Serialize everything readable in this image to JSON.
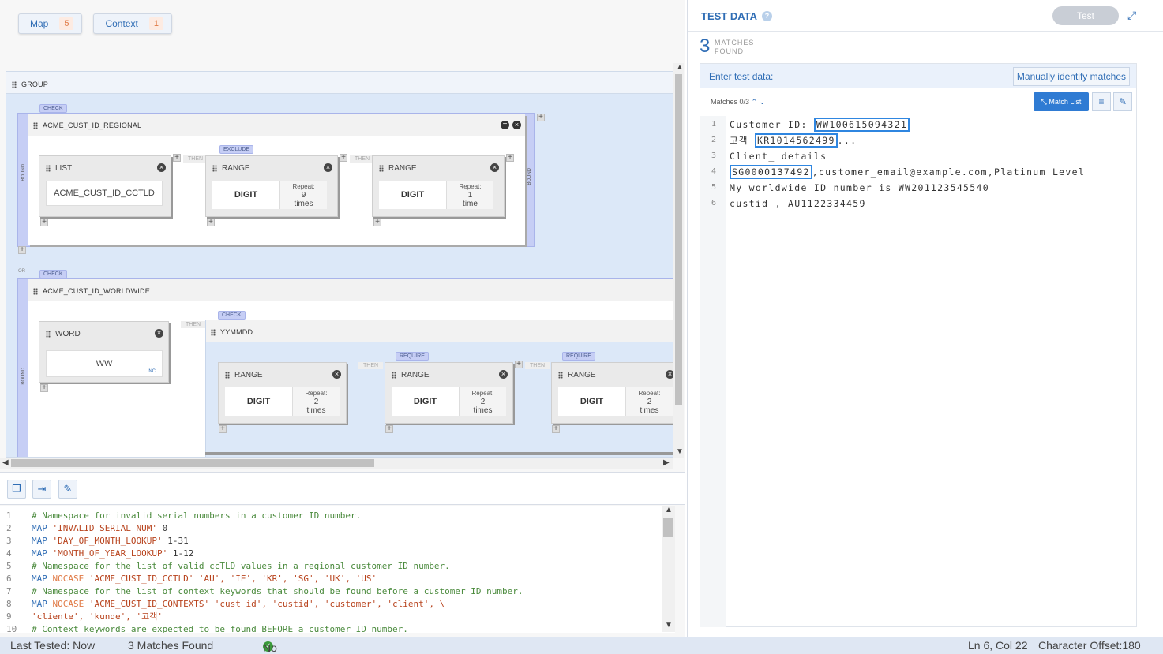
{
  "tabs": [
    {
      "label": "Map",
      "count": "5"
    },
    {
      "label": "Context",
      "count": "1"
    }
  ],
  "canvas": {
    "group_label": "GROUP",
    "tags": {
      "check": "CHECK",
      "exclude": "EXCLUDE",
      "require": "REQUIRE",
      "or": "OR",
      "bound": "BOUND",
      "then": "THEN"
    },
    "regional": {
      "title": "ACME_CUST_ID_REGIONAL",
      "list": {
        "title": "LIST",
        "value": "ACME_CUST_ID_CCTLD"
      },
      "range1": {
        "title": "RANGE",
        "digit": "DIGIT",
        "repeat": "Repeat:",
        "count": "9",
        "unit": "times"
      },
      "range2": {
        "title": "RANGE",
        "digit": "DIGIT",
        "repeat": "Repeat:",
        "count": "1",
        "unit": "time"
      }
    },
    "worldwide": {
      "title": "ACME_CUST_ID_WORLDWIDE",
      "word": {
        "title": "WORD",
        "value": "WW",
        "nc": "NC"
      },
      "yymmdd": {
        "title": "YYMMDD",
        "r1": {
          "title": "RANGE",
          "digit": "DIGIT",
          "repeat": "Repeat:",
          "count": "2",
          "unit": "times"
        },
        "r2": {
          "title": "RANGE",
          "digit": "DIGIT",
          "repeat": "Repeat:",
          "count": "2",
          "unit": "times"
        },
        "r3": {
          "title": "RANGE",
          "digit": "DIGIT",
          "repeat": "Repeat:",
          "count": "2",
          "unit": "times"
        }
      }
    }
  },
  "code": [
    [
      {
        "c": "cm",
        "t": "# Namespace for invalid serial numbers in a customer ID number."
      }
    ],
    [
      {
        "c": "kw",
        "t": "MAP "
      },
      {
        "c": "st",
        "t": "'INVALID_SERIAL_NUM'"
      },
      {
        "c": "nm",
        "t": " 0"
      }
    ],
    [
      {
        "c": "kw",
        "t": "MAP "
      },
      {
        "c": "st",
        "t": "'DAY_OF_MONTH_LOOKUP'"
      },
      {
        "c": "nm",
        "t": " 1-31"
      }
    ],
    [
      {
        "c": "kw",
        "t": "MAP "
      },
      {
        "c": "st",
        "t": "'MONTH_OF_YEAR_LOOKUP'"
      },
      {
        "c": "nm",
        "t": " 1-12"
      }
    ],
    [
      {
        "c": "cm",
        "t": "# Namespace for the list of valid ccTLD values in a regional customer ID number."
      }
    ],
    [
      {
        "c": "kw",
        "t": "MAP "
      },
      {
        "c": "kw2",
        "t": "NOCASE "
      },
      {
        "c": "st",
        "t": "'ACME_CUST_ID_CCTLD' 'AU', 'IE', 'KR', 'SG', 'UK', 'US'"
      }
    ],
    [
      {
        "c": "cm",
        "t": "# Namespace for the list of context keywords that should be found before a customer ID number."
      }
    ],
    [
      {
        "c": "kw",
        "t": "MAP "
      },
      {
        "c": "kw2",
        "t": "NOCASE "
      },
      {
        "c": "st",
        "t": "'ACME_CUST_ID_CONTEXTS' 'cust id', 'custid', 'customer', 'client', \\"
      }
    ],
    [
      {
        "c": "st",
        "t": "'cliente', 'kunde', '고객'"
      }
    ],
    [
      {
        "c": "cm",
        "t": "# Context keywords are expected to be found BEFORE a customer ID number."
      }
    ]
  ],
  "status": {
    "last_tested": "Last Tested: Now",
    "matches": "3 Matches Found",
    "errors": "No Errors",
    "position": "Ln 6, Col 22",
    "offset": "Character Offset:180"
  },
  "test": {
    "title": "TEST DATA",
    "button": "Test",
    "count": "3",
    "count_label1": "MATCHES",
    "count_label2": "FOUND",
    "enter": "Enter test data:",
    "manual": "Manually identify matches",
    "matches": "Matches 0/3",
    "match_list": "Match List",
    "lines": [
      [
        {
          "t": "Customer ID: "
        },
        {
          "t": "WW100615094321",
          "h": true
        }
      ],
      [
        {
          "t": "고객 "
        },
        {
          "t": "KR1014562499",
          "h": true
        },
        {
          "t": "..."
        }
      ],
      [
        {
          "t": "Client_ details"
        }
      ],
      [
        {
          "t": "SG0000137492",
          "h": true
        },
        {
          "t": ",customer_email@example.com,Platinum Level"
        }
      ],
      [
        {
          "t": "My worldwide ID number is WW201123545540"
        }
      ],
      [
        {
          "t": "custid , AU1122334459"
        }
      ]
    ]
  }
}
